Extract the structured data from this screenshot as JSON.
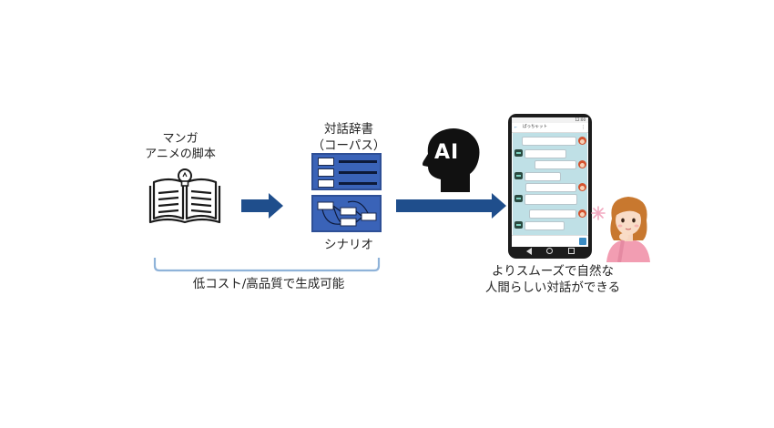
{
  "source": {
    "label_line1": "マンガ",
    "label_line2": "アニメの脚本"
  },
  "corpus": {
    "label_line1": "対話辞書",
    "label_line2": "（コーパス）"
  },
  "scenario": {
    "label": "シナリオ"
  },
  "ai": {
    "label": "AI"
  },
  "bracket": {
    "caption": "低コスト/高品質で生成可能"
  },
  "result": {
    "caption_line1": "よりスムーズで自然な",
    "caption_line2": "人間らしい対話ができる"
  },
  "phone": {
    "app_title": "ぱっちゃット",
    "status_time": "12:00"
  },
  "colors": {
    "arrow": "#1f4e8c",
    "panel": "#3a63b8",
    "bracket": "#8fb3d9",
    "chat_bg": "#bfe0e6",
    "app_bar": "#3b8cc4"
  },
  "icons": {
    "book": "open-book-with-lightbulb-icon",
    "ai_head": "ai-head-silhouette-icon",
    "person": "thinking-woman-illustration"
  }
}
